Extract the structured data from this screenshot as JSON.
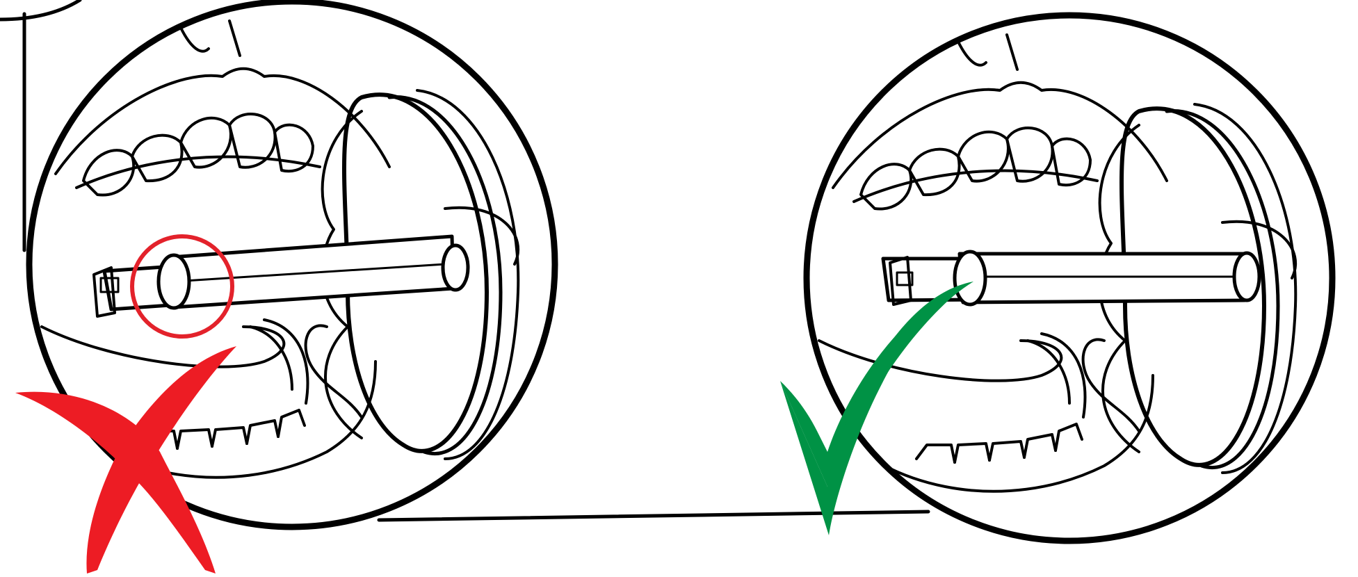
{
  "diagram": {
    "panels": [
      {
        "id": "incorrect",
        "verdict": "incorrect",
        "mark_icon": "cross-icon",
        "highlight": "circle-highlight"
      },
      {
        "id": "correct",
        "verdict": "correct",
        "mark_icon": "check-icon"
      }
    ],
    "colors": {
      "line": "#000000",
      "background": "#ffffff",
      "cross": "#ed1c24",
      "highlight_ring": "#e3222b",
      "check": "#009245"
    }
  }
}
